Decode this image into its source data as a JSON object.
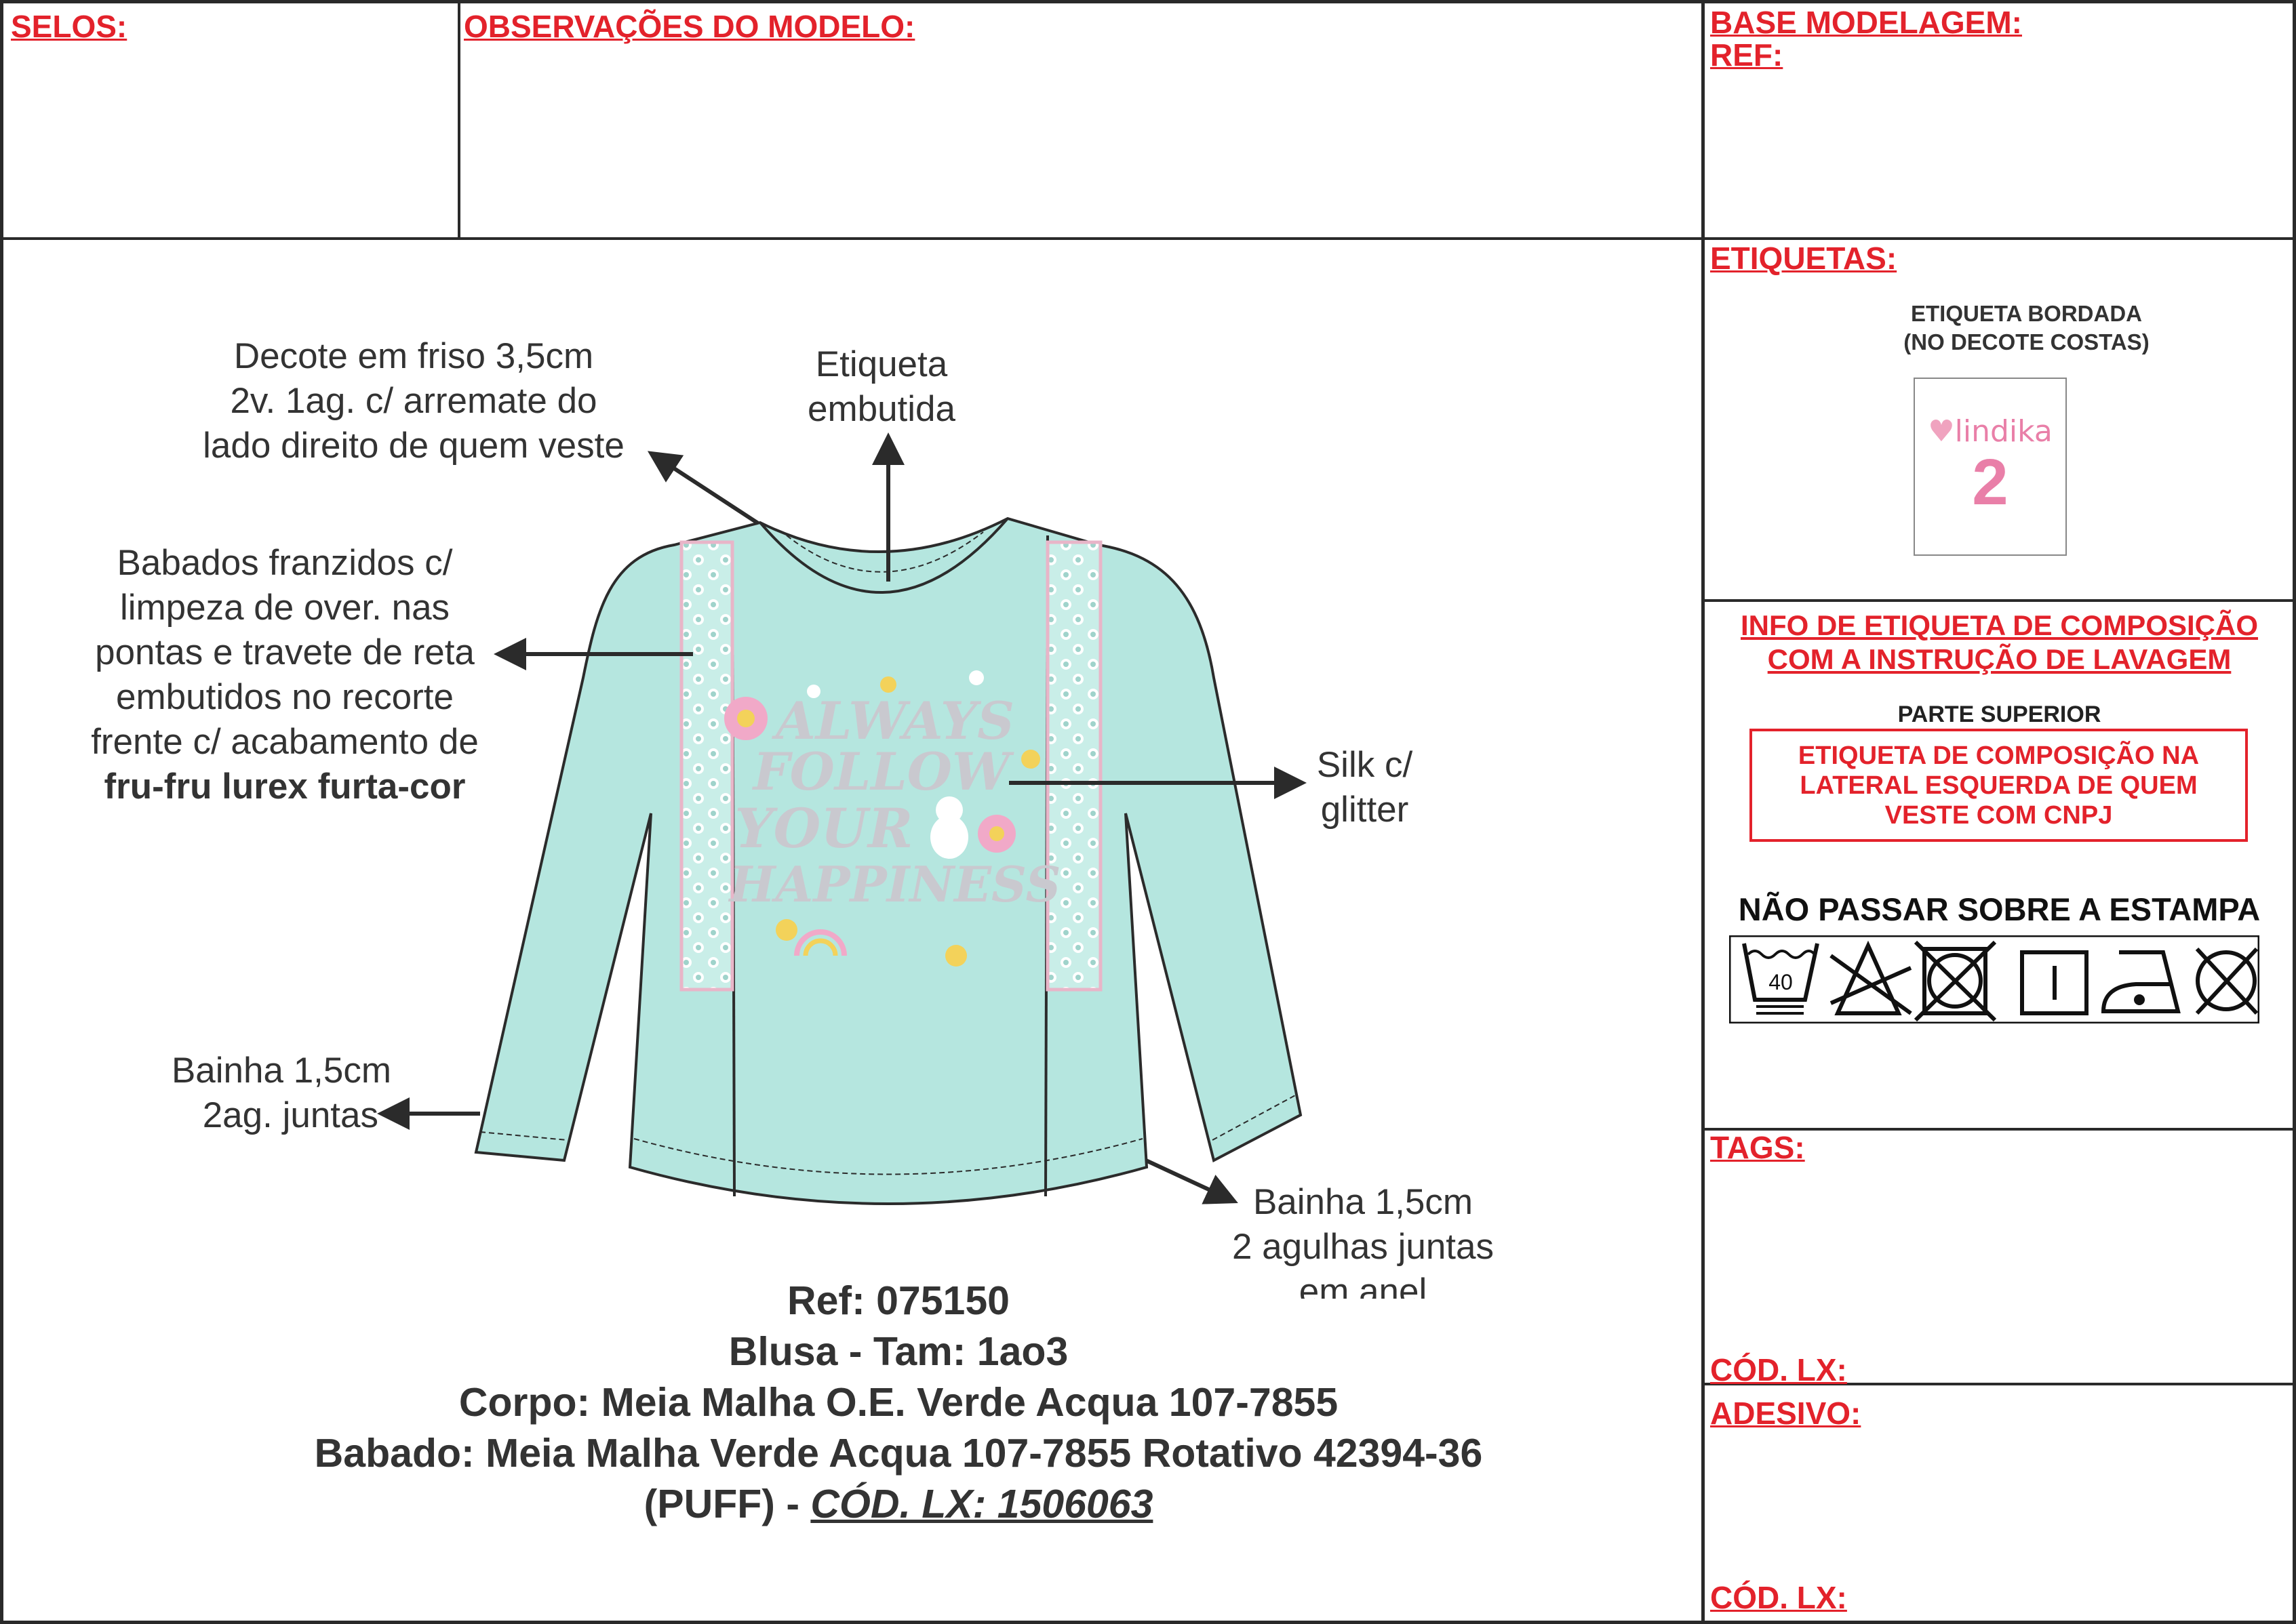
{
  "header": {
    "selos_label": "SELOS:",
    "observacoes_label": "OBSERVAÇÕES DO MODELO:",
    "base_modelagem_label": "BASE MODELAGEM:",
    "ref_label": "REF:"
  },
  "annotations": {
    "decote": [
      "Decote em friso 3,5cm",
      "2v. 1ag. c/ arremate do",
      "lado direito de quem veste"
    ],
    "etiqueta": [
      "Etiqueta",
      "embutida"
    ],
    "babados": [
      "Babados franzidos c/",
      "limpeza de over. nas",
      "pontas e travete de reta",
      "embutidos no recorte",
      "frente c/ acabamento de",
      "fru-fru lurex furta-cor"
    ],
    "silk": [
      "Silk c/",
      "glitter"
    ],
    "bainha_manga": [
      "Bainha 1,5cm",
      "2ag. juntas"
    ],
    "bainha_barra": [
      "Bainha 1,5cm",
      "2 agulhas juntas",
      "em anel"
    ]
  },
  "print_artwork": {
    "lines": [
      "ALWAYS",
      "FOLLOW",
      "YOUR",
      "HAPPINESS"
    ]
  },
  "spec": {
    "ref": "Ref: 075150",
    "product": "Blusa - Tam: 1ao3",
    "corpo": "Corpo: Meia Malha O.E. Verde Acqua 107-7855",
    "babado": "Babado: Meia Malha Verde Acqua 107-7855 Rotativo 42394-36",
    "puff_prefix": "(PUFF) - ",
    "cod_lx": "CÓD. LX: 1506063"
  },
  "etiquetas": {
    "label": "ETIQUETAS:",
    "title_line1": "ETIQUETA BORDADA",
    "title_line2": "(NO DECOTE COSTAS)",
    "brand": "lindika",
    "size": "2"
  },
  "composicao": {
    "title_line1": "INFO DE ETIQUETA DE COMPOSIÇÃO",
    "title_line2": "COM A INSTRUÇÃO DE LAVAGEM",
    "parte": "PARTE SUPERIOR",
    "box_lines": [
      "ETIQUETA DE COMPOSIÇÃO NA",
      "LATERAL ESQUERDA DE QUEM",
      "VESTE COM CNPJ"
    ],
    "warning": "NÃO PASSAR SOBRE A ESTAMPA",
    "wash_temp": "40",
    "care_icons": [
      "wash-40-icon",
      "no-bleach-icon",
      "no-tumble-dry-icon",
      "line-dry-icon",
      "iron-low-icon",
      "no-dry-clean-icon"
    ]
  },
  "tags": {
    "label": "TAGS:",
    "cod_label": "CÓD. LX:"
  },
  "adesivo": {
    "label": "ADESIVO:",
    "cod_label": "CÓD. LX:"
  },
  "colors": {
    "red": "#e3222b",
    "garment": "#b5e6df",
    "pink": "#e97fa8"
  }
}
